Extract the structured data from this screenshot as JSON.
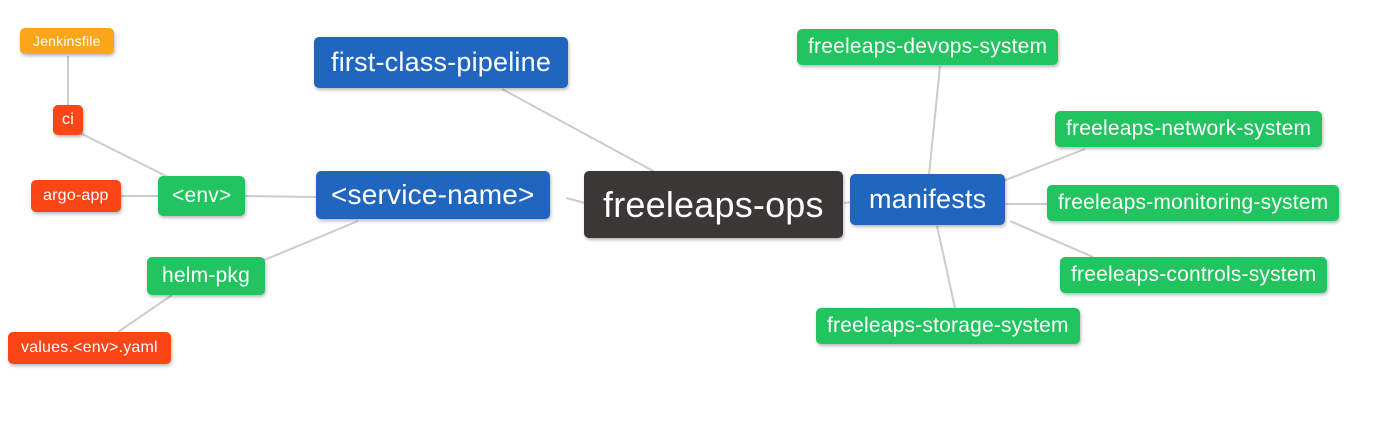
{
  "diagram": {
    "type": "mindmap",
    "palette": {
      "blue": "#2166BE",
      "green": "#21C45F",
      "red": "#FA4616",
      "orange": "#FAA61A",
      "dark": "#3B3737",
      "edge": "#CCCCCC",
      "node_text": "#FFFFFF",
      "background": "#FFFFFF"
    },
    "nodes": [
      {
        "id": "jenkinsfile",
        "label": "Jenkinsfile",
        "color": "orange"
      },
      {
        "id": "ci",
        "label": "ci",
        "color": "red"
      },
      {
        "id": "argo-app",
        "label": "argo-app",
        "color": "red"
      },
      {
        "id": "env",
        "label": "<env>",
        "color": "green"
      },
      {
        "id": "helm-pkg",
        "label": "helm-pkg",
        "color": "green"
      },
      {
        "id": "values-env-yaml",
        "label": "values.<env>.yaml",
        "color": "red"
      },
      {
        "id": "first-class-pipeline",
        "label": "first-class-pipeline",
        "color": "blue"
      },
      {
        "id": "service-name",
        "label": "<service-name>",
        "color": "blue"
      },
      {
        "id": "freeleaps-ops",
        "label": "freeleaps-ops",
        "color": "dark"
      },
      {
        "id": "manifests",
        "label": "manifests",
        "color": "blue"
      },
      {
        "id": "freeleaps-devops-system",
        "label": "freeleaps-devops-system",
        "color": "green"
      },
      {
        "id": "freeleaps-network-system",
        "label": "freeleaps-network-system",
        "color": "green"
      },
      {
        "id": "freeleaps-monitoring-system",
        "label": "freeleaps-monitoring-system",
        "color": "green"
      },
      {
        "id": "freeleaps-controls-system",
        "label": "freeleaps-controls-system",
        "color": "green"
      },
      {
        "id": "freeleaps-storage-system",
        "label": "freeleaps-storage-system",
        "color": "green"
      }
    ],
    "edges": [
      {
        "from": "jenkinsfile",
        "to": "ci"
      },
      {
        "from": "ci",
        "to": "env"
      },
      {
        "from": "argo-app",
        "to": "env"
      },
      {
        "from": "env",
        "to": "service-name"
      },
      {
        "from": "helm-pkg",
        "to": "service-name"
      },
      {
        "from": "values-env-yaml",
        "to": "helm-pkg"
      },
      {
        "from": "first-class-pipeline",
        "to": "freeleaps-ops"
      },
      {
        "from": "service-name",
        "to": "freeleaps-ops"
      },
      {
        "from": "freeleaps-ops",
        "to": "manifests"
      },
      {
        "from": "manifests",
        "to": "freeleaps-devops-system"
      },
      {
        "from": "manifests",
        "to": "freeleaps-network-system"
      },
      {
        "from": "manifests",
        "to": "freeleaps-monitoring-system"
      },
      {
        "from": "manifests",
        "to": "freeleaps-controls-system"
      },
      {
        "from": "manifests",
        "to": "freeleaps-storage-system"
      }
    ]
  }
}
